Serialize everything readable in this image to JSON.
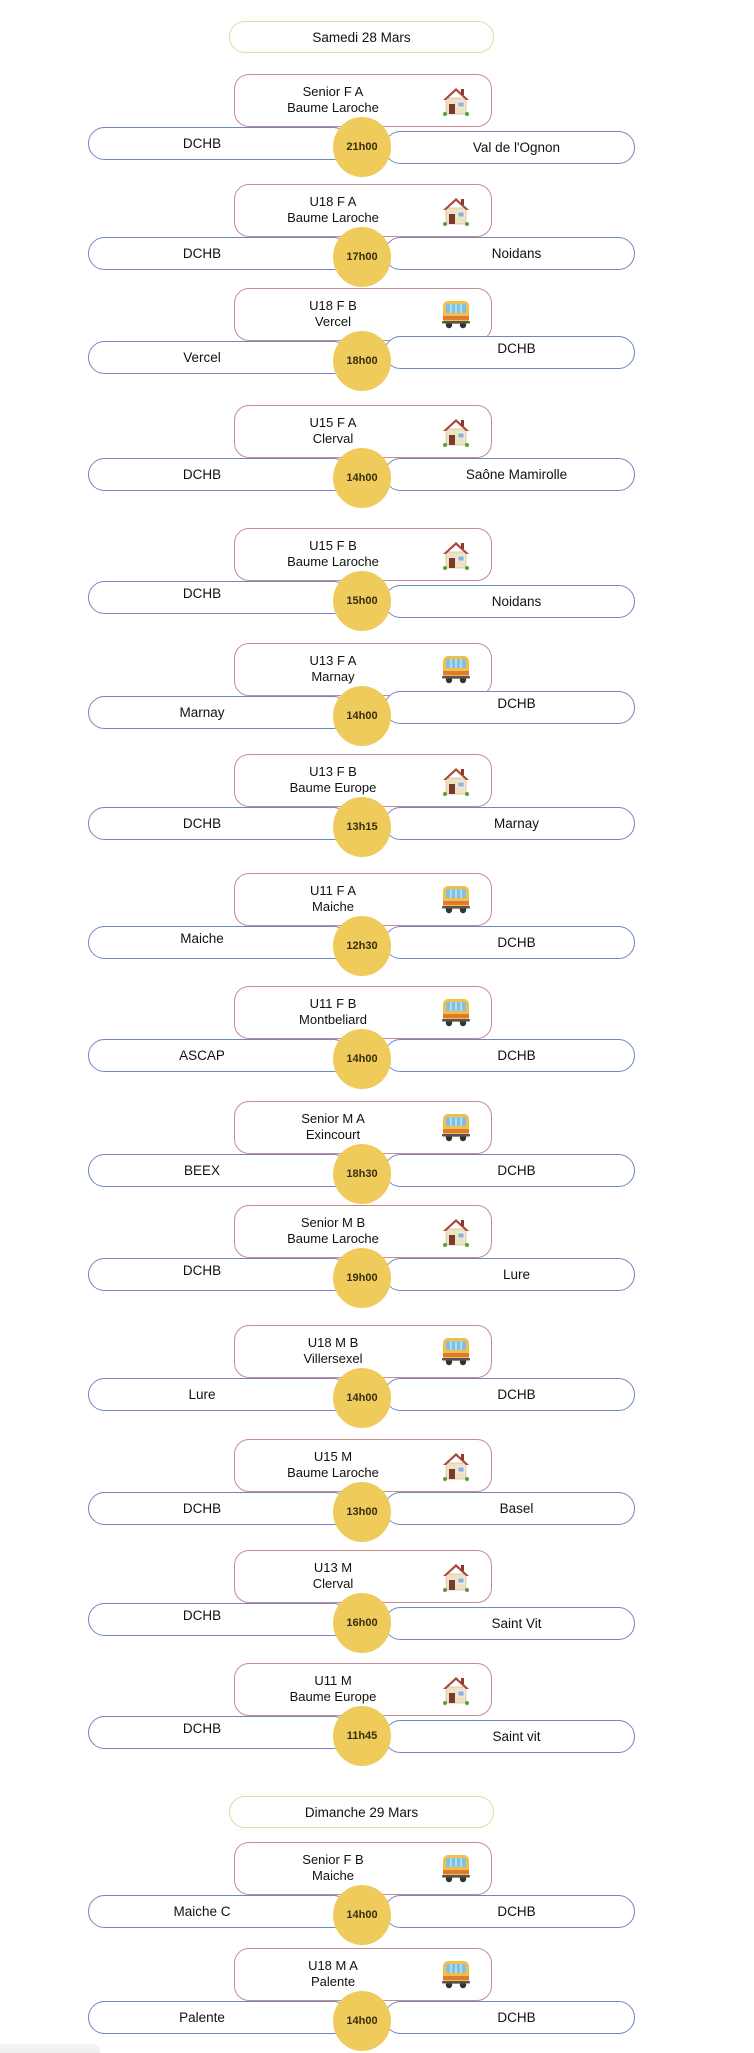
{
  "colors": {
    "time_circle": "#EECB5A",
    "team_border": "#7086C2",
    "category_border": "#C98B8B",
    "date_border": "#E6DA9C"
  },
  "days": [
    {
      "date": "Samedi 28 Mars",
      "matches": [
        {
          "category": "Senior F A",
          "venue": "Baume Laroche",
          "icon": "house-icon",
          "home": "DCHB",
          "away": "Val de l'Ognon",
          "time": "21h00"
        },
        {
          "category": "U18 F A",
          "venue": "Baume Laroche",
          "icon": "house-icon",
          "home": "DCHB",
          "away": "Noidans",
          "time": "17h00"
        },
        {
          "category": "U18 F B",
          "venue": "Vercel",
          "icon": "bus-icon",
          "home": "Vercel",
          "away": "DCHB",
          "time": "18h00"
        },
        {
          "category": "U15 F A",
          "venue": "Clerval",
          "icon": "house-icon",
          "home": "DCHB",
          "away": "Saône Mamirolle",
          "time": "14h00"
        },
        {
          "category": "U15 F B",
          "venue": "Baume Laroche",
          "icon": "house-icon",
          "home": "DCHB",
          "away": "Noidans",
          "time": "15h00"
        },
        {
          "category": "U13 F A",
          "venue": "Marnay",
          "icon": "bus-icon",
          "home": "Marnay",
          "away": "DCHB",
          "time": "14h00"
        },
        {
          "category": "U13 F B",
          "venue": "Baume Europe",
          "icon": "house-icon",
          "home": "DCHB",
          "away": "Marnay",
          "time": "13h15"
        },
        {
          "category": "U11 F A",
          "venue": "Maiche",
          "icon": "bus-icon",
          "home": "Maiche",
          "away": "DCHB",
          "time": "12h30"
        },
        {
          "category": "U11 F B",
          "venue": "Montbeliard",
          "icon": "bus-icon",
          "home": "ASCAP",
          "away": "DCHB",
          "time": "14h00"
        },
        {
          "category": "Senior M A",
          "venue": "Exincourt",
          "icon": "bus-icon",
          "home": "BEEX",
          "away": "DCHB",
          "time": "18h30"
        },
        {
          "category": "Senior M B",
          "venue": "Baume Laroche",
          "icon": "house-icon",
          "home": "DCHB",
          "away": "Lure",
          "time": "19h00"
        },
        {
          "category": "U18 M B",
          "venue": "Villersexel",
          "icon": "bus-icon",
          "home": "Lure",
          "away": "DCHB",
          "time": "14h00"
        },
        {
          "category": "U15 M",
          "venue": "Baume Laroche",
          "icon": "house-icon",
          "home": "DCHB",
          "away": "Basel",
          "time": "13h00"
        },
        {
          "category": "U13 M",
          "venue": "Clerval",
          "icon": "house-icon",
          "home": "DCHB",
          "away": "Saint Vit",
          "time": "16h00"
        },
        {
          "category": "U11 M",
          "venue": "Baume Europe",
          "icon": "house-icon",
          "home": "DCHB",
          "away": "Saint vit",
          "time": "11h45"
        }
      ]
    },
    {
      "date": "Dimanche 29 Mars",
      "matches": [
        {
          "category": "Senior F B",
          "venue": "Maiche",
          "icon": "bus-icon",
          "home": "Maiche C",
          "away": "DCHB",
          "time": "14h00"
        },
        {
          "category": "U18 M A",
          "venue": "Palente",
          "icon": "bus-icon",
          "home": "Palente",
          "away": "DCHB",
          "time": "14h00"
        }
      ]
    }
  ]
}
